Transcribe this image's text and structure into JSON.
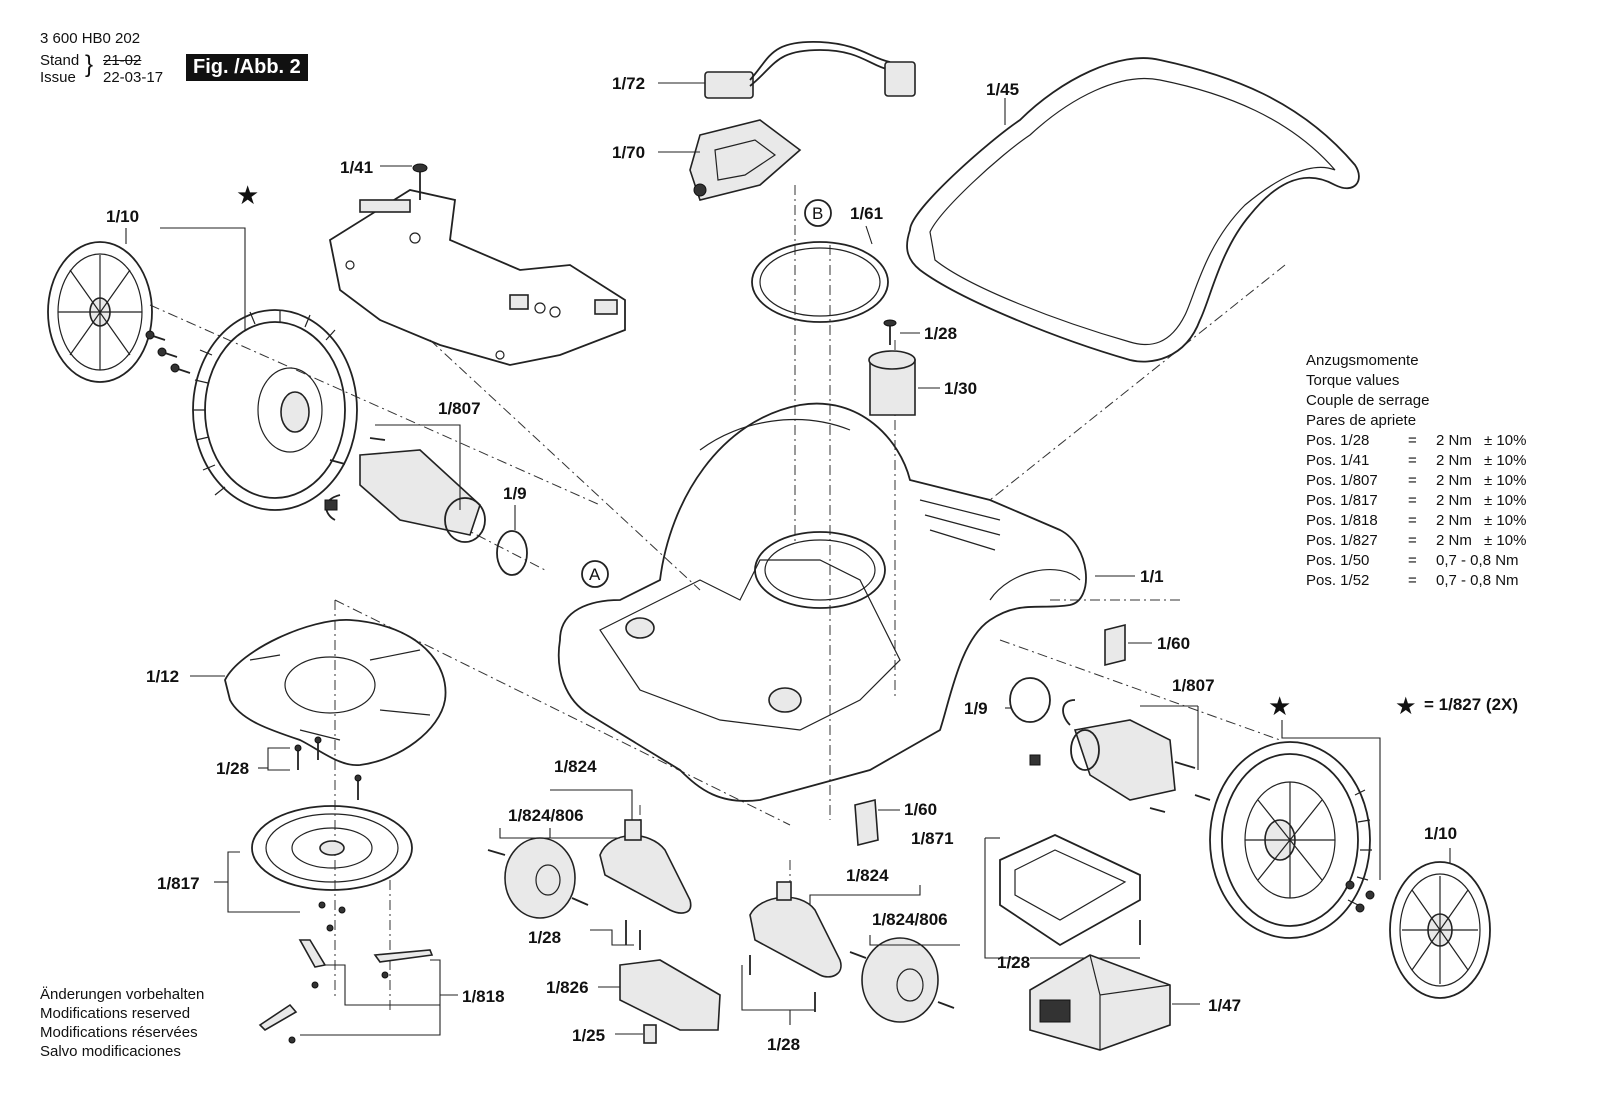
{
  "header": {
    "doc_number": "3 600 HB0 202",
    "stand_label": "Stand",
    "issue_label": "Issue",
    "old_date": "21-02",
    "issue_date": "22-03-17",
    "fig_label": "Fig. /Abb. 2"
  },
  "part_labels": {
    "p1_72": "1/72",
    "p1_70": "1/70",
    "p1_45": "1/45",
    "p1_41": "1/41",
    "p1_10_left": "1/10",
    "p_b": "B",
    "p1_61": "1/61",
    "p1_28_top": "1/28",
    "p1_30": "1/30",
    "p1_807_left": "1/807",
    "p1_9_left": "1/9",
    "p_a": "A",
    "p1_1": "1/1",
    "p1_60_right": "1/60",
    "p1_12": "1/12",
    "p1_807_right": "1/807",
    "p1_9_right": "1/9",
    "p1_28_left": "1/28",
    "p1_824_a": "1/824",
    "p1_824_806_a": "1/824/806",
    "p1_60_mid": "1/60",
    "p1_871": "1/871",
    "p1_824_b": "1/824",
    "p1_817": "1/817",
    "p1_824_806_b": "1/824/806",
    "p1_10_right": "1/10",
    "p1_28_mid": "1/28",
    "p1_28_batt": "1/28",
    "p1_818": "1/818",
    "p1_826": "1/826",
    "p1_47": "1/47",
    "p1_25": "1/25",
    "p1_28_bottom": "1/28"
  },
  "star_legend": {
    "star": "★",
    "text": "= 1/827 (2X)"
  },
  "torque": {
    "titles": [
      "Anzugsmomente",
      "Torque values",
      "Couple de serrage",
      "Pares de apriete"
    ],
    "rows": [
      {
        "pos": "Pos. 1/28",
        "eq": "=",
        "val": "2 Nm",
        "tol": "± 10%"
      },
      {
        "pos": "Pos. 1/41",
        "eq": "=",
        "val": "2 Nm",
        "tol": "± 10%"
      },
      {
        "pos": "Pos. 1/807",
        "eq": "=",
        "val": "2 Nm",
        "tol": "± 10%"
      },
      {
        "pos": "Pos. 1/817",
        "eq": "=",
        "val": "2 Nm",
        "tol": "± 10%"
      },
      {
        "pos": "Pos. 1/818",
        "eq": "=",
        "val": "2 Nm",
        "tol": "± 10%"
      },
      {
        "pos": "Pos. 1/827",
        "eq": "=",
        "val": "2 Nm",
        "tol": "± 10%"
      },
      {
        "pos": "Pos. 1/50",
        "eq": "=",
        "val": "0,7  - 0,8 Nm",
        "tol": ""
      },
      {
        "pos": "Pos. 1/52",
        "eq": "=",
        "val": "0,7  - 0,8 Nm",
        "tol": ""
      }
    ]
  },
  "notes": [
    "Änderungen vorbehalten",
    "Modifications reserved",
    "Modifications réservées",
    "Salvo modificaciones"
  ]
}
